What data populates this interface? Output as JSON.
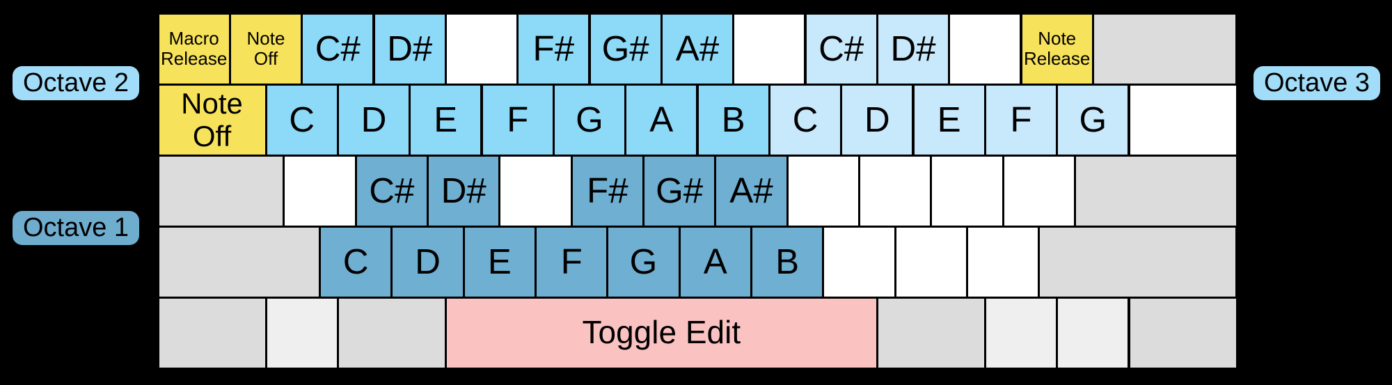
{
  "colors": {
    "background": "#000000",
    "key_border": "#000000",
    "yellow": "#F7E25B",
    "sky": "#8DD9F8",
    "pale": "#C8E8FB",
    "steel": "#6FAFD1",
    "pink": "#FBC2C2",
    "gray": "#DCDCDC",
    "grayLight": "#EFEFEF",
    "white": "#FFFFFF",
    "pillLight": "#A1DCF9",
    "pillSteel": "#6FADCF"
  },
  "octave_labels": {
    "left_top": {
      "text": "Octave 2",
      "color": "pillLight"
    },
    "left_mid": {
      "text": "Octave 1",
      "color": "pillSteel"
    },
    "right_top": {
      "text": "Octave 3",
      "color": "pillLight"
    }
  },
  "keyboard": {
    "rows": [
      {
        "keys": [
          {
            "name": "key-macro-release",
            "lines": [
              "Macro",
              "Release"
            ],
            "w": 1,
            "color": "yellow",
            "fs": "cmdsm"
          },
          {
            "name": "key-note-off-top",
            "lines": [
              "Note",
              "Off"
            ],
            "w": 1,
            "color": "yellow",
            "fs": "cmdsm"
          },
          {
            "name": "key-c-sharp-octave-2",
            "lines": [
              "C#"
            ],
            "w": 1,
            "color": "sky",
            "fs": "note"
          },
          {
            "name": "key-d-sharp-octave-2",
            "lines": [
              "D#"
            ],
            "w": 1,
            "color": "sky",
            "fs": "note"
          },
          {
            "name": "key-unassigned",
            "lines": [],
            "w": 1,
            "color": "white"
          },
          {
            "name": "key-f-sharp-octave-2",
            "lines": [
              "F#"
            ],
            "w": 1,
            "color": "sky",
            "fs": "note"
          },
          {
            "name": "key-g-sharp-octave-2",
            "lines": [
              "G#"
            ],
            "w": 1,
            "color": "sky",
            "fs": "note"
          },
          {
            "name": "key-a-sharp-octave-2",
            "lines": [
              "A#"
            ],
            "w": 1,
            "color": "sky",
            "fs": "note"
          },
          {
            "name": "key-unassigned",
            "lines": [],
            "w": 1,
            "color": "white"
          },
          {
            "name": "key-c-sharp-octave-3",
            "lines": [
              "C#"
            ],
            "w": 1,
            "color": "pale",
            "fs": "note"
          },
          {
            "name": "key-d-sharp-octave-3",
            "lines": [
              "D#"
            ],
            "w": 1,
            "color": "pale",
            "fs": "note"
          },
          {
            "name": "key-unassigned",
            "lines": [],
            "w": 1,
            "color": "white"
          },
          {
            "name": "key-note-release",
            "lines": [
              "Note",
              "Release"
            ],
            "w": 1,
            "color": "yellow",
            "fs": "cmdsm"
          },
          {
            "name": "key-backspace-unused",
            "lines": [],
            "w": 2,
            "color": "gray"
          }
        ]
      },
      {
        "keys": [
          {
            "name": "key-tab-note-off",
            "lines": [
              "Note",
              "Off"
            ],
            "w": 1.5,
            "color": "yellow",
            "fs": "cmdmd"
          },
          {
            "name": "key-c-octave-2",
            "lines": [
              "C"
            ],
            "w": 1,
            "color": "sky",
            "fs": "note"
          },
          {
            "name": "key-d-octave-2",
            "lines": [
              "D"
            ],
            "w": 1,
            "color": "sky",
            "fs": "note"
          },
          {
            "name": "key-e-octave-2",
            "lines": [
              "E"
            ],
            "w": 1,
            "color": "sky",
            "fs": "note"
          },
          {
            "name": "key-f-octave-2",
            "lines": [
              "F"
            ],
            "w": 1,
            "color": "sky",
            "fs": "note"
          },
          {
            "name": "key-g-octave-2",
            "lines": [
              "G"
            ],
            "w": 1,
            "color": "sky",
            "fs": "note"
          },
          {
            "name": "key-a-octave-2",
            "lines": [
              "A"
            ],
            "w": 1,
            "color": "sky",
            "fs": "note"
          },
          {
            "name": "key-b-octave-2",
            "lines": [
              "B"
            ],
            "w": 1,
            "color": "sky",
            "fs": "note"
          },
          {
            "name": "key-c-octave-3",
            "lines": [
              "C"
            ],
            "w": 1,
            "color": "pale",
            "fs": "note"
          },
          {
            "name": "key-d-octave-3",
            "lines": [
              "D"
            ],
            "w": 1,
            "color": "pale",
            "fs": "note"
          },
          {
            "name": "key-e-octave-3",
            "lines": [
              "E"
            ],
            "w": 1,
            "color": "pale",
            "fs": "note"
          },
          {
            "name": "key-f-octave-3",
            "lines": [
              "F"
            ],
            "w": 1,
            "color": "pale",
            "fs": "note"
          },
          {
            "name": "key-g-octave-3",
            "lines": [
              "G"
            ],
            "w": 1,
            "color": "pale",
            "fs": "note"
          },
          {
            "name": "key-unassigned",
            "lines": [],
            "w": 1.5,
            "color": "white"
          }
        ]
      },
      {
        "keys": [
          {
            "name": "key-caps-lock-unused",
            "lines": [],
            "w": 1.75,
            "color": "gray"
          },
          {
            "name": "key-unassigned",
            "lines": [],
            "w": 1,
            "color": "white"
          },
          {
            "name": "key-c-sharp-octave-1",
            "lines": [
              "C#"
            ],
            "w": 1,
            "color": "steel",
            "fs": "note"
          },
          {
            "name": "key-d-sharp-octave-1",
            "lines": [
              "D#"
            ],
            "w": 1,
            "color": "steel",
            "fs": "note"
          },
          {
            "name": "key-unassigned",
            "lines": [],
            "w": 1,
            "color": "white"
          },
          {
            "name": "key-f-sharp-octave-1",
            "lines": [
              "F#"
            ],
            "w": 1,
            "color": "steel",
            "fs": "note"
          },
          {
            "name": "key-g-sharp-octave-1",
            "lines": [
              "G#"
            ],
            "w": 1,
            "color": "steel",
            "fs": "note"
          },
          {
            "name": "key-a-sharp-octave-1",
            "lines": [
              "A#"
            ],
            "w": 1,
            "color": "steel",
            "fs": "note"
          },
          {
            "name": "key-unassigned",
            "lines": [],
            "w": 1,
            "color": "white"
          },
          {
            "name": "key-unassigned",
            "lines": [],
            "w": 1,
            "color": "white"
          },
          {
            "name": "key-unassigned",
            "lines": [],
            "w": 1,
            "color": "white"
          },
          {
            "name": "key-unassigned",
            "lines": [],
            "w": 1,
            "color": "white"
          },
          {
            "name": "key-enter-unused",
            "lines": [],
            "w": 2.25,
            "color": "gray"
          }
        ]
      },
      {
        "keys": [
          {
            "name": "key-left-shift-unused",
            "lines": [],
            "w": 2.25,
            "color": "gray"
          },
          {
            "name": "key-c-octave-1",
            "lines": [
              "C"
            ],
            "w": 1,
            "color": "steel",
            "fs": "note"
          },
          {
            "name": "key-d-octave-1",
            "lines": [
              "D"
            ],
            "w": 1,
            "color": "steel",
            "fs": "note"
          },
          {
            "name": "key-e-octave-1",
            "lines": [
              "E"
            ],
            "w": 1,
            "color": "steel",
            "fs": "note"
          },
          {
            "name": "key-f-octave-1",
            "lines": [
              "F"
            ],
            "w": 1,
            "color": "steel",
            "fs": "note"
          },
          {
            "name": "key-g-octave-1",
            "lines": [
              "G"
            ],
            "w": 1,
            "color": "steel",
            "fs": "note"
          },
          {
            "name": "key-a-octave-1",
            "lines": [
              "A"
            ],
            "w": 1,
            "color": "steel",
            "fs": "note"
          },
          {
            "name": "key-b-octave-1",
            "lines": [
              "B"
            ],
            "w": 1,
            "color": "steel",
            "fs": "note"
          },
          {
            "name": "key-unassigned",
            "lines": [],
            "w": 1,
            "color": "white"
          },
          {
            "name": "key-unassigned",
            "lines": [],
            "w": 1,
            "color": "white"
          },
          {
            "name": "key-unassigned",
            "lines": [],
            "w": 1,
            "color": "white"
          },
          {
            "name": "key-right-shift-unused",
            "lines": [],
            "w": 2.75,
            "color": "gray"
          }
        ]
      },
      {
        "keys": [
          {
            "name": "key-left-ctrl-unused",
            "lines": [],
            "w": 1.5,
            "color": "gray"
          },
          {
            "name": "key-left-win-unused",
            "lines": [],
            "w": 1,
            "color": "grayLight"
          },
          {
            "name": "key-left-alt-unused",
            "lines": [],
            "w": 1.5,
            "color": "gray"
          },
          {
            "name": "key-space-toggle-edit",
            "lines": [
              "Toggle Edit"
            ],
            "w": 6,
            "color": "pink",
            "fs": "toggle"
          },
          {
            "name": "key-right-alt-unused",
            "lines": [],
            "w": 1.5,
            "color": "gray"
          },
          {
            "name": "key-right-win-unused",
            "lines": [],
            "w": 1,
            "color": "grayLight"
          },
          {
            "name": "key-menu-unused",
            "lines": [],
            "w": 1,
            "color": "grayLight"
          },
          {
            "name": "key-right-ctrl-unused",
            "lines": [],
            "w": 1.5,
            "color": "gray"
          }
        ]
      }
    ]
  }
}
